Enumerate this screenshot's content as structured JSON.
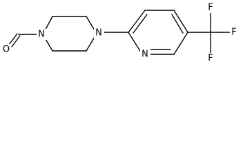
{
  "molecule": {
    "atoms": {
      "formyl_oxygen": "O",
      "piperazine_n1": "N",
      "piperazine_n4": "N",
      "pyridine_n": "N",
      "fluorine_1": "F",
      "fluorine_2": "F",
      "fluorine_3": "F"
    }
  }
}
